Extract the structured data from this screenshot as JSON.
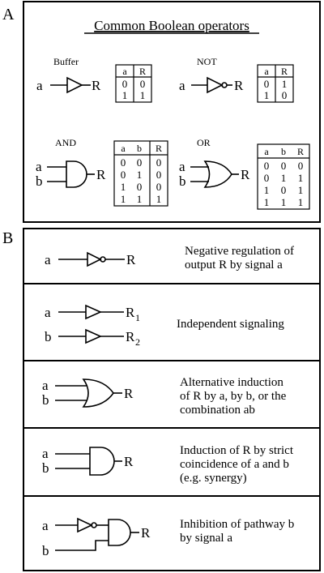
{
  "panel_a": {
    "label": "A",
    "title": "Common Boolean operators",
    "buffer": {
      "name": "Buffer",
      "input": "a",
      "output": "R",
      "headers": [
        "a",
        "R"
      ],
      "rows": [
        [
          "0",
          "0"
        ],
        [
          "1",
          "1"
        ]
      ]
    },
    "not": {
      "name": "NOT",
      "input": "a",
      "output": "R",
      "headers": [
        "a",
        "R"
      ],
      "rows": [
        [
          "0",
          "1"
        ],
        [
          "1",
          "0"
        ]
      ]
    },
    "and": {
      "name": "AND",
      "input_a": "a",
      "input_b": "b",
      "output": "R",
      "headers": [
        "a",
        "b",
        "R"
      ],
      "rows": [
        [
          "0",
          "0",
          "0"
        ],
        [
          "0",
          "1",
          "0"
        ],
        [
          "1",
          "0",
          "0"
        ],
        [
          "1",
          "1",
          "1"
        ]
      ]
    },
    "or": {
      "name": "OR",
      "input_a": "a",
      "input_b": "b",
      "output": "R",
      "headers": [
        "a",
        "b",
        "R"
      ],
      "rows": [
        [
          "0",
          "0",
          "0"
        ],
        [
          "0",
          "1",
          "1"
        ],
        [
          "1",
          "0",
          "1"
        ],
        [
          "1",
          "1",
          "1"
        ]
      ]
    }
  },
  "panel_b": {
    "label": "B",
    "rows": [
      {
        "in1": "a",
        "out": "R",
        "desc": [
          "Negative regulation of",
          "output R by signal a"
        ]
      },
      {
        "in1": "a",
        "in2": "b",
        "out1": "R",
        "out1_sub": "1",
        "out2": "R",
        "out2_sub": "2",
        "desc": [
          "Independent signaling"
        ]
      },
      {
        "in1": "a",
        "in2": "b",
        "out": "R",
        "desc": [
          "Alternative induction",
          "of R by a, by b, or the",
          "combination ab"
        ]
      },
      {
        "in1": "a",
        "in2": "b",
        "out": "R",
        "desc": [
          "Induction of R by strict",
          "coincidence of a and b",
          "(e.g. synergy)"
        ]
      },
      {
        "in1": "a",
        "in2": "b",
        "out": "R",
        "desc": [
          "Inhibition of pathway b",
          "by signal a"
        ]
      }
    ]
  }
}
